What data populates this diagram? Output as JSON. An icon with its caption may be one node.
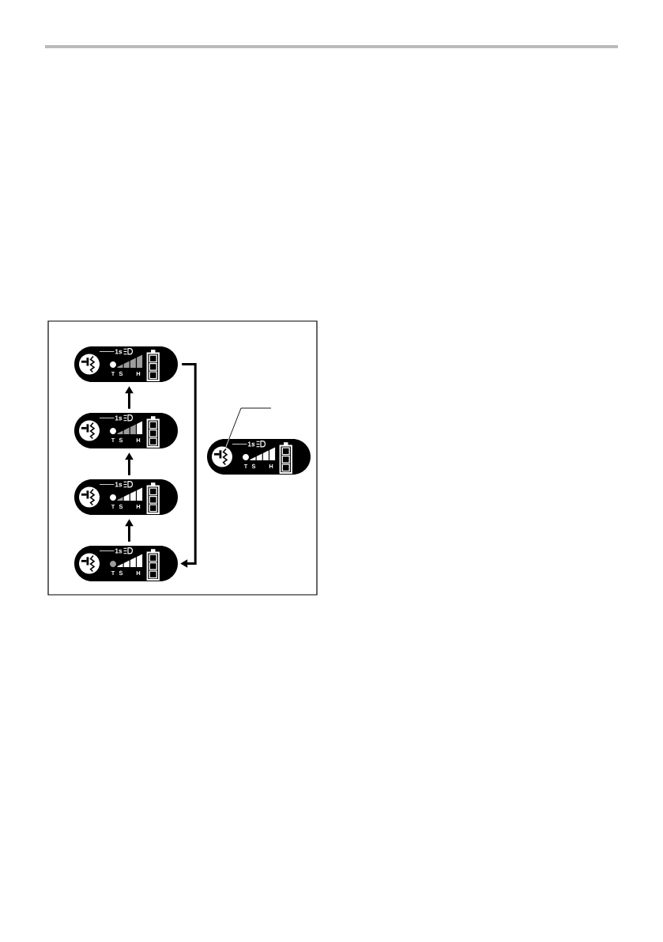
{
  "diagram": {
    "nodes": [
      {
        "text": [
          "1s",
          "T",
          "S",
          "H"
        ]
      },
      {
        "text": [
          "1s",
          "T",
          "S",
          "H"
        ]
      },
      {
        "text": [
          "1s",
          "T",
          "S",
          "H"
        ]
      },
      {
        "text": [
          "1s",
          "T",
          "S",
          "H"
        ]
      },
      {
        "text": [
          "1s",
          "T",
          "S",
          "H"
        ]
      },
      {
        "text": [],
        "shape": "circle",
        "in": 4
      }
    ],
    "edges": [
      {
        "from": 1,
        "to": 0,
        "arrow": "to"
      },
      {
        "from": 2,
        "to": 1,
        "arrow": "to"
      },
      {
        "from": 3,
        "to": 2,
        "arrow": "to"
      },
      {
        "from": 0,
        "to": 3,
        "arrow": "to"
      },
      {
        "from": null,
        "to": 5,
        "arrow": "none"
      }
    ]
  }
}
